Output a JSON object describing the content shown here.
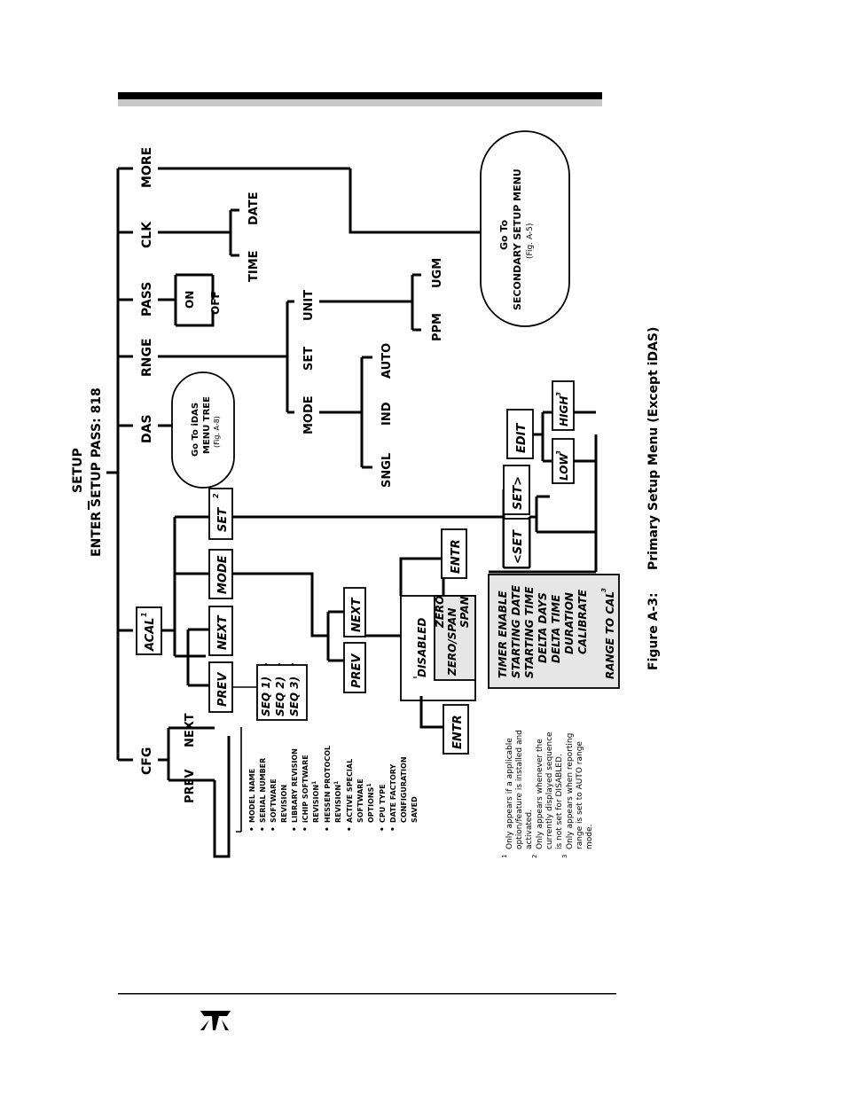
{
  "colors": {
    "ink": "#000000",
    "header_shadow": "#c8c8c8",
    "box_fill": "#e6e6e6"
  },
  "header": {
    "setup": "SETUP",
    "pass": "ENTER SETUP PASS: 818"
  },
  "top_menu": {
    "cfg": "CFG",
    "acal": "ACAL",
    "acal_sup": "1",
    "das": "DAS",
    "rnge": "RNGE",
    "pass": "PASS",
    "clk": "CLK",
    "more": "MORE"
  },
  "cfg": {
    "prev": "PREV",
    "next": "NEXT",
    "items": [
      {
        "bullet": "•",
        "text": "MODEL NAME"
      },
      {
        "bullet": "•",
        "text": "SERIAL NUMBER"
      },
      {
        "bullet": "•",
        "text": "SOFTWARE"
      },
      {
        "bullet": "",
        "text": "REVISION"
      },
      {
        "bullet": "•",
        "text": "LIBRARY REVISION"
      },
      {
        "bullet": "•",
        "text": "iCHIP SOFTWARE"
      },
      {
        "bullet": "",
        "text": "REVISION",
        "sup": "1"
      },
      {
        "bullet": "•",
        "text": "HESSEN PROTOCOL"
      },
      {
        "bullet": "",
        "text": "REVISION",
        "sup": "1"
      },
      {
        "bullet": "•",
        "text": "ACTIVE SPECIAL"
      },
      {
        "bullet": "",
        "text": "SOFTWARE"
      },
      {
        "bullet": "",
        "text": "OPTIONS",
        "sup": "1"
      },
      {
        "bullet": "•",
        "text": "CPU TYPE"
      },
      {
        "bullet": "•",
        "text": "DATE FACTORY"
      },
      {
        "bullet": "",
        "text": "CONFIGURATION"
      },
      {
        "bullet": "",
        "text": "SAVED"
      }
    ]
  },
  "acal": {
    "prev": "PREV",
    "next": "NEXT",
    "mode": "MODE",
    "set": "SET",
    "set_sup": "2",
    "seqs": [
      "SEQ 1)",
      "SEQ 2)",
      "SEQ 3)"
    ],
    "prev2": "PREV",
    "next2": "NEXT",
    "entr_mode": "ENTR",
    "entr_seq": "ENTR",
    "modes": [
      "DISABLED",
      "ZERO",
      "ZERO/SPAN",
      "SPAN"
    ],
    "set_left": "<SET",
    "set_right": "SET>",
    "edit": "EDIT",
    "low": "LOW",
    "low_sup": "3",
    "high": "HIGH",
    "high_sup": "3",
    "params": [
      "TIMER ENABLE",
      "STARTING DATE",
      "STARTING TIME",
      "DELTA DAYS",
      "DELTA TIME",
      "DURATION",
      "CALIBRATE"
    ],
    "range_to_cal": "RANGE TO CAL",
    "range_sup": "3"
  },
  "das": {
    "oval": [
      "Go To iDAS",
      "MENU TREE",
      "(Fig. A-8)"
    ]
  },
  "rnge": {
    "mode": "MODE",
    "set": "SET",
    "unit": "UNIT",
    "sngl": "SNGL",
    "ind": "IND",
    "auto": "AUTO",
    "ppm": "PPM",
    "ugm": "UGM"
  },
  "pass": {
    "on": "ON",
    "off": "OFF"
  },
  "clk": {
    "time": "TIME",
    "date": "DATE"
  },
  "more": {
    "oval": [
      "Go To",
      "SECONDARY SETUP MENU",
      "(Fig. A-5)"
    ]
  },
  "footnotes": [
    {
      "sup": "1",
      "lines": [
        "Only appears if a applicable",
        "option/feature is installed and",
        "activated."
      ]
    },
    {
      "sup": "2",
      "lines": [
        "Only appears whenever the",
        "currently displayed sequence",
        "is not set for DISABLED."
      ]
    },
    {
      "sup": "3",
      "lines": [
        "Only appears when reporting",
        "range is set to AUTO range",
        "mode."
      ]
    }
  ],
  "caption": {
    "label": "Figure A-3:",
    "title": "Primary Setup Menu (Except iDAS)"
  }
}
